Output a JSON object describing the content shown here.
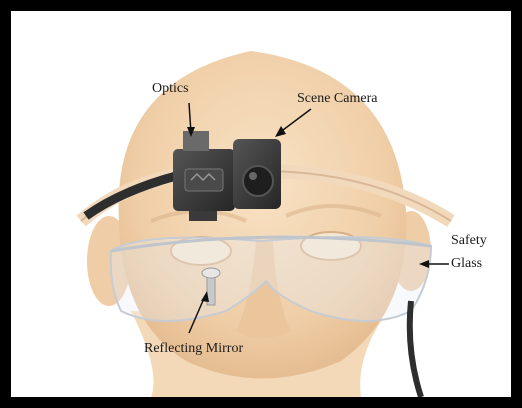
{
  "image": {
    "description_labels": {
      "optics": "Optics",
      "scene_camera": "Scene Camera",
      "safety_glass_line1": "Safety",
      "safety_glass_line2": "Glass",
      "reflecting_mirror": "Reflecting Mirror"
    },
    "colors": {
      "border": "#000000",
      "background": "#ffffff",
      "skin": "#f2d4b0",
      "camera": "#3a3a3a",
      "label_text": "#1a1a1a"
    }
  }
}
